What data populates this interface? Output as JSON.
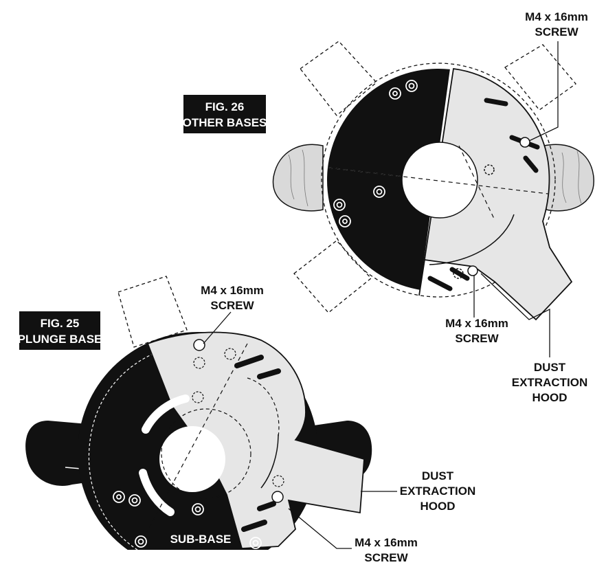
{
  "fig26": {
    "title_line1": "FIG. 26",
    "title_line2": "OTHER BASES",
    "screw_top_line1": "M4 x 16mm",
    "screw_top_line2": "SCREW",
    "screw_bottom_line1": "M4 x 16mm",
    "screw_bottom_line2": "SCREW",
    "hood_line1": "DUST",
    "hood_line2": "EXTRACTION",
    "hood_line3": "HOOD"
  },
  "fig25": {
    "title_line1": "FIG. 25",
    "title_line2": "PLUNGE BASE",
    "screw_top_line1": "M4 x 16mm",
    "screw_top_line2": "SCREW",
    "screw_bottom_line1": "M4 x 16mm",
    "screw_bottom_line2": "SCREW",
    "hood_line1": "DUST",
    "hood_line2": "EXTRACTION",
    "hood_line3": "HOOD",
    "subbase_label": "SUB-BASE"
  },
  "colors": {
    "black": "#111111",
    "hood_gray": "#e6e6e6",
    "wood": "#d9d9d9",
    "white": "#ffffff"
  }
}
